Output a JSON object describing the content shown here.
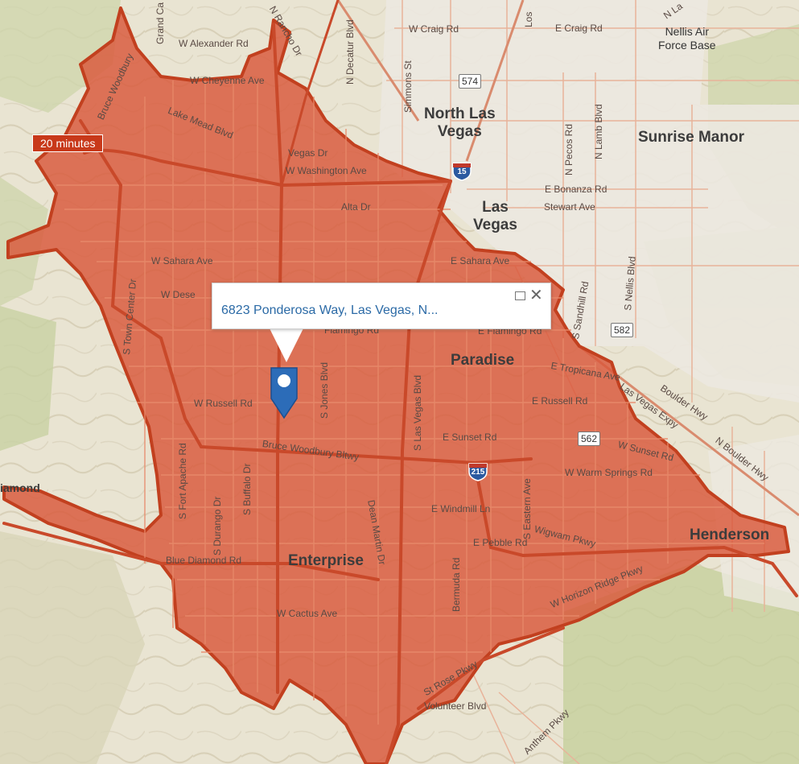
{
  "map": {
    "drive_time_label": "20 minutes",
    "popup": {
      "title": "6823 Ponderosa Way, Las Vegas, N..."
    },
    "icons": {
      "maximize": "maximize-icon",
      "close": "close-icon",
      "pin": "location-pin-icon"
    },
    "colors": {
      "service_area": "#d9583a",
      "service_area_edge": "#c2401f",
      "popup_link": "#2b6aa6",
      "pin": "#2c6cb8"
    },
    "labels": {
      "nellis_afb": "Nellis Air\nForce Base",
      "north_las_vegas": "North Las\nVegas",
      "las_vegas": "Las\nVegas",
      "sunrise_manor": "Sunrise Manor",
      "paradise": "Paradise",
      "enterprise": "Enterprise",
      "henderson": "Henderson",
      "diamond": "iamond",
      "w_alexander_rd": "W Alexander Rd",
      "w_cheyenne_ave": "W Cheyenne Ave",
      "w_craig_rd": "W Craig Rd",
      "e_craig_rd": "E Craig Rd",
      "vegas_dr": "Vegas Dr",
      "w_washington_ave": "W Washington Ave",
      "alta_dr": "Alta Dr",
      "e_bonanza_rd": "E Bonanza Rd",
      "stewart_ave": "Stewart Ave",
      "w_sahara_ave": "W Sahara Ave",
      "e_sahara_ave": "E Sahara Ave",
      "w_desert": "W Dese",
      "w_flamingo_rd": "Flamingo Rd",
      "e_flamingo_rd": "E Flamingo Rd",
      "e_tropicana_ave": "E Tropicana Ave",
      "w_russell_rd": "W Russell Rd",
      "e_russell_rd": "E Russell Rd",
      "bruce_woodbury_bltwy": "Bruce Woodbury Bltwy",
      "e_sunset_rd": "E Sunset Rd",
      "w_sunset_rd": "W Sunset Rd",
      "w_warm_springs_rd": "W Warm Springs Rd",
      "e_windmill_ln": "E Windmill Ln",
      "wigwam_pkwy": "Wigwam Pkwy",
      "e_pebble_rd": "E Pebble Rd",
      "blue_diamond_rd": "Blue Diamond Rd",
      "w_cactus_ave": "W Cactus Ave",
      "w_horizon_ridge_pkwy": "W Horizon Ridge Pkwy",
      "st_rose_pkwy": "St Rose Pkwy",
      "volunteer_blvd": "Volunteer Blvd",
      "anthem_pkwy": "Anthem Pkwy",
      "boulder_hwy": "Boulder Hwy",
      "n_boulder_hwy": "N Boulder Hwy",
      "las_vegas_expy": "Las Vegas Expy",
      "s_town_center_dr": "S Town Center Dr",
      "s_fort_apache_rd": "S Fort Apache Rd",
      "s_durango_dr": "S Durango Dr",
      "s_buffalo_dr": "S Buffalo Dr",
      "s_jones_blvd": "S Jones Blvd",
      "s_las_vegas_blvd": "S Las Vegas Blvd",
      "dean_martin_dr": "Dean Martin Dr",
      "bermuda_rd": "Bermuda Rd",
      "s_eastern_ave": "S Eastern Ave",
      "s_sandhill_rd": "S Sandhill Rd",
      "s_nellis_blvd": "S Nellis Blvd",
      "n_decatur_blvd": "N Decatur Blvd",
      "simmons_st": "Simmons St",
      "n_pecos_rd": "N Pecos Rd",
      "n_lamb_blvd": "N Lamb Blvd",
      "n_rancho_dr": "N Rancho Dr",
      "grand_canyon": "Grand Ca",
      "bruce_woodbury_n": "Bruce Woodbury",
      "lake_mead_blvd": "Lake Mead Blvd",
      "los": "Los",
      "nellis_top": "N La"
    },
    "shields": {
      "r574": "574",
      "r582": "582",
      "r562": "562",
      "i215": "215",
      "i15": "15"
    }
  }
}
